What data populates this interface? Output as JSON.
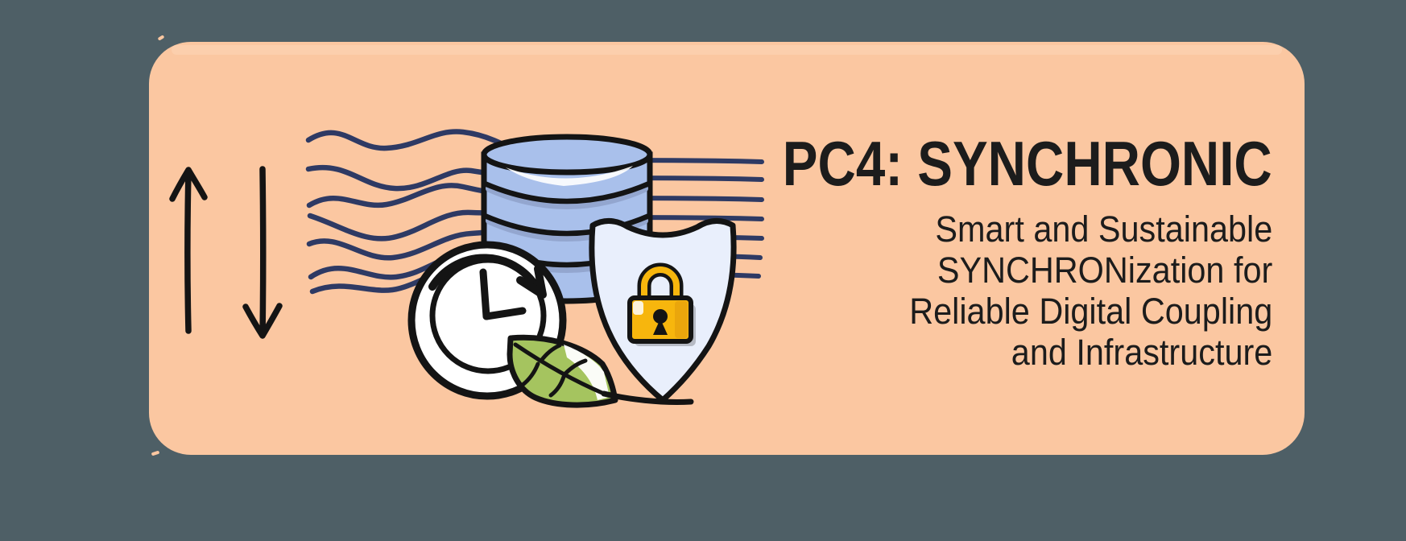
{
  "banner": {
    "title": "PC4: SYNCHRONIC",
    "subtitle_lines": [
      "Smart and Sustainable",
      "SYNCHRONization for",
      "Reliable Digital Coupling",
      "and Infrastructure"
    ]
  },
  "icons": [
    "up-arrow-icon",
    "down-arrow-icon",
    "data-streams-icon",
    "horizontal-streams-icon",
    "database-icon",
    "clock-sync-icon",
    "shield-icon",
    "lock-icon",
    "leaf-icon"
  ],
  "colors": {
    "background": "#4e5f66",
    "card": "#fbc7a1",
    "card_highlight": "#fdd6b8",
    "line_navy": "#2e3a64",
    "database_blue": "#a9c0eb",
    "database_shade": "#93a6cf",
    "shield_fill": "#e9effc",
    "lock_yellow": "#f7b60d",
    "lock_shade": "#eaa60c",
    "leaf_green": "#a5c45f",
    "ink": "#141414",
    "text": "#1c1c1c"
  }
}
